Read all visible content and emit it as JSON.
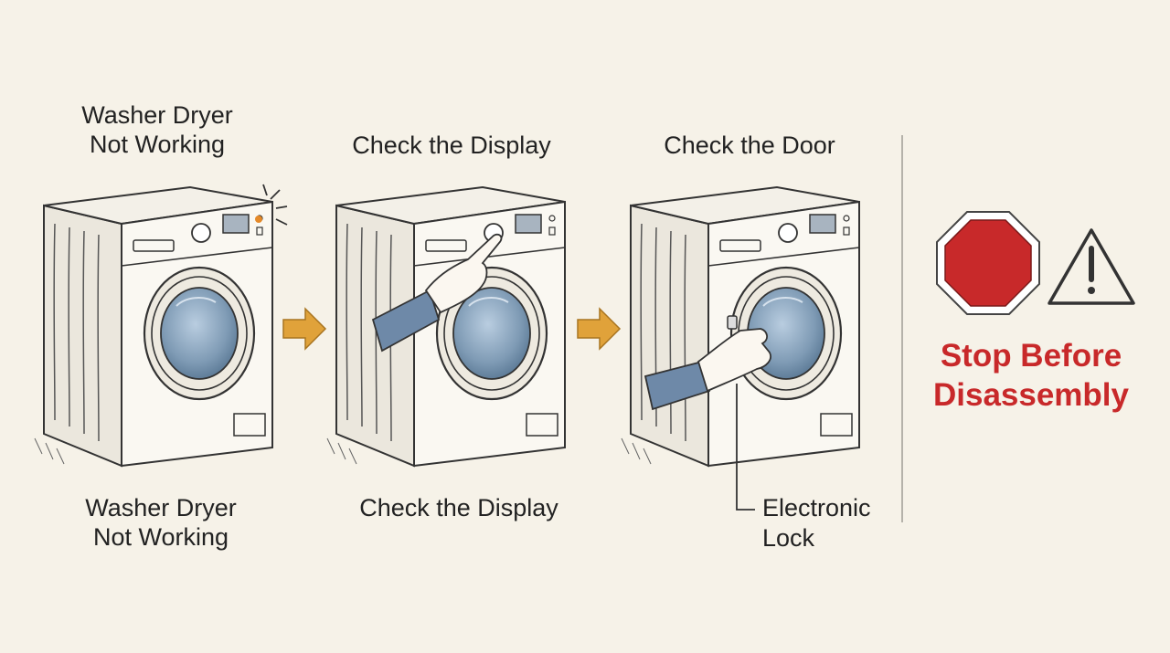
{
  "steps": [
    {
      "title": "Washer Dryer\nNot Working",
      "caption": "Washer Dryer\nNot Working"
    },
    {
      "title": "Check the Display",
      "caption": "Check the Display"
    },
    {
      "title": "Check the Door",
      "callout": "Electronic\nLock"
    }
  ],
  "warning": {
    "text": "Stop Before\nDisassembly",
    "color": "#c8292a",
    "icons": [
      "stop-sign-icon",
      "warning-triangle-icon"
    ]
  },
  "colors": {
    "background": "#f6f2e8",
    "arrow": "#e0a23a",
    "glass": "#7f9bb5",
    "sleeve": "#6e89a8"
  }
}
